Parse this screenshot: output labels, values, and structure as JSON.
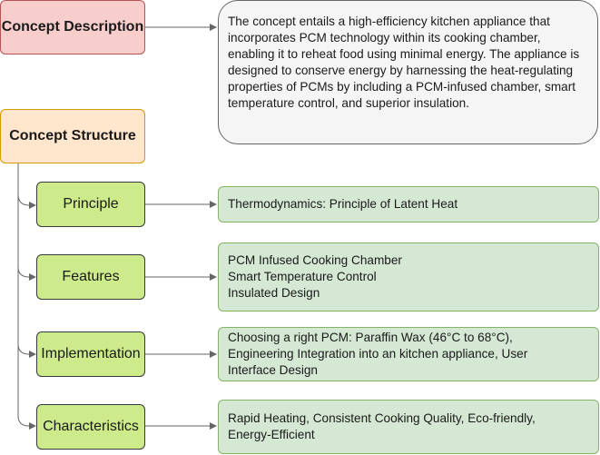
{
  "concept_description": {
    "title": "Concept Description",
    "text": "The concept entails a high-efficiency kitchen appliance that incorporates PCM technology within its cooking chamber, enabling it to reheat food using minimal energy. The appliance is designed to conserve energy by harnessing the heat-regulating properties of PCMs by including a PCM-infused chamber, smart temperature control, and superior insulation."
  },
  "concept_structure": {
    "title": "Concept Structure",
    "nodes": [
      {
        "label": "Principle",
        "lines": [
          "Thermodynamics: Principle of Latent Heat"
        ]
      },
      {
        "label": "Features",
        "lines": [
          "PCM Infused Cooking Chamber",
          "Smart Temperature Control",
          "Insulated Design"
        ]
      },
      {
        "label": "Implementation",
        "lines": [
          "Choosing a right PCM: Paraffin Wax (46°C to 68°C),",
          "Engineering Integration into an kitchen appliance, User",
          "Interface Design"
        ]
      },
      {
        "label": "Characteristics",
        "lines": [
          "Rapid Heating, Consistent Cooking Quality, Eco-friendly,",
          "Energy-Efficient"
        ]
      }
    ]
  },
  "colors": {
    "description_header": "#f8cecc",
    "structure_header": "#ffe6cc",
    "node_fill": "#cdeb8b",
    "detail_fill": "#d5e8d4",
    "description_fill": "#f5f5f5",
    "connector": "#666666"
  }
}
